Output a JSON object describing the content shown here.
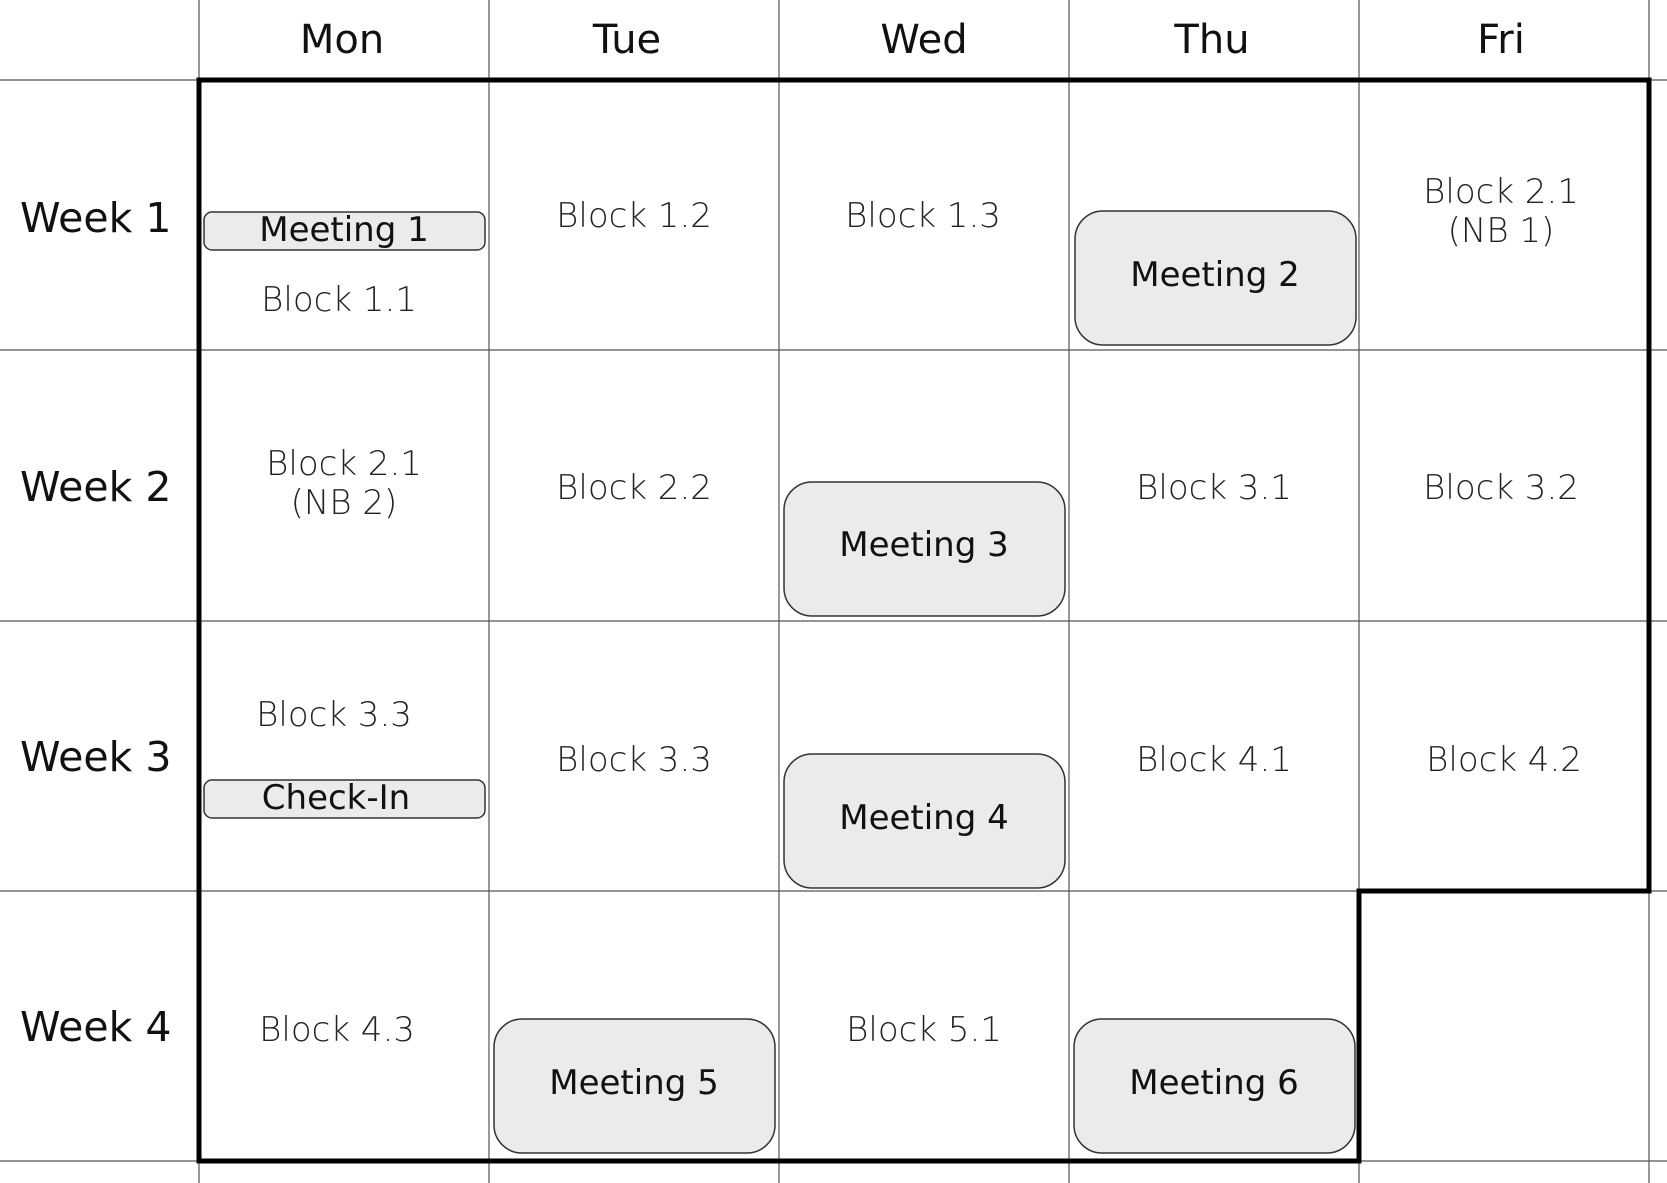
{
  "days": [
    "Mon",
    "Tue",
    "Wed",
    "Thu",
    "Fri"
  ],
  "weeks": [
    "Week 1",
    "Week 2",
    "Week 3",
    "Week 4"
  ],
  "cells": {
    "w1_mon_block": "Block 1.1",
    "w1_mon_meeting": "Meeting 1",
    "w1_tue_block": "Block 1.2",
    "w1_wed_block": "Block 1.3",
    "w1_thu_meeting": "Meeting 2",
    "w1_fri_block_line1": "Block 2.1",
    "w1_fri_block_line2": "(NB 1)",
    "w2_mon_block_line1": "Block 2.1",
    "w2_mon_block_line2": "(NB 2)",
    "w2_tue_block": "Block 2.2",
    "w2_wed_meeting": "Meeting 3",
    "w2_thu_block": "Block 3.1",
    "w2_fri_block": "Block 3.2",
    "w3_mon_block": "Block 3.3",
    "w3_mon_checkin": "Check-In",
    "w3_tue_block": "Block 3.3",
    "w3_wed_meeting": "Meeting 4",
    "w3_thu_block": "Block 4.1",
    "w3_fri_block": "Block 4.2",
    "w4_mon_block": "Block 4.3",
    "w4_tue_meeting": "Meeting 5",
    "w4_wed_block": "Block 5.1",
    "w4_thu_meeting": "Meeting 6"
  },
  "colors": {
    "meeting_fill": "#ebebeb",
    "grid": "#555555",
    "outline": "#000000"
  }
}
